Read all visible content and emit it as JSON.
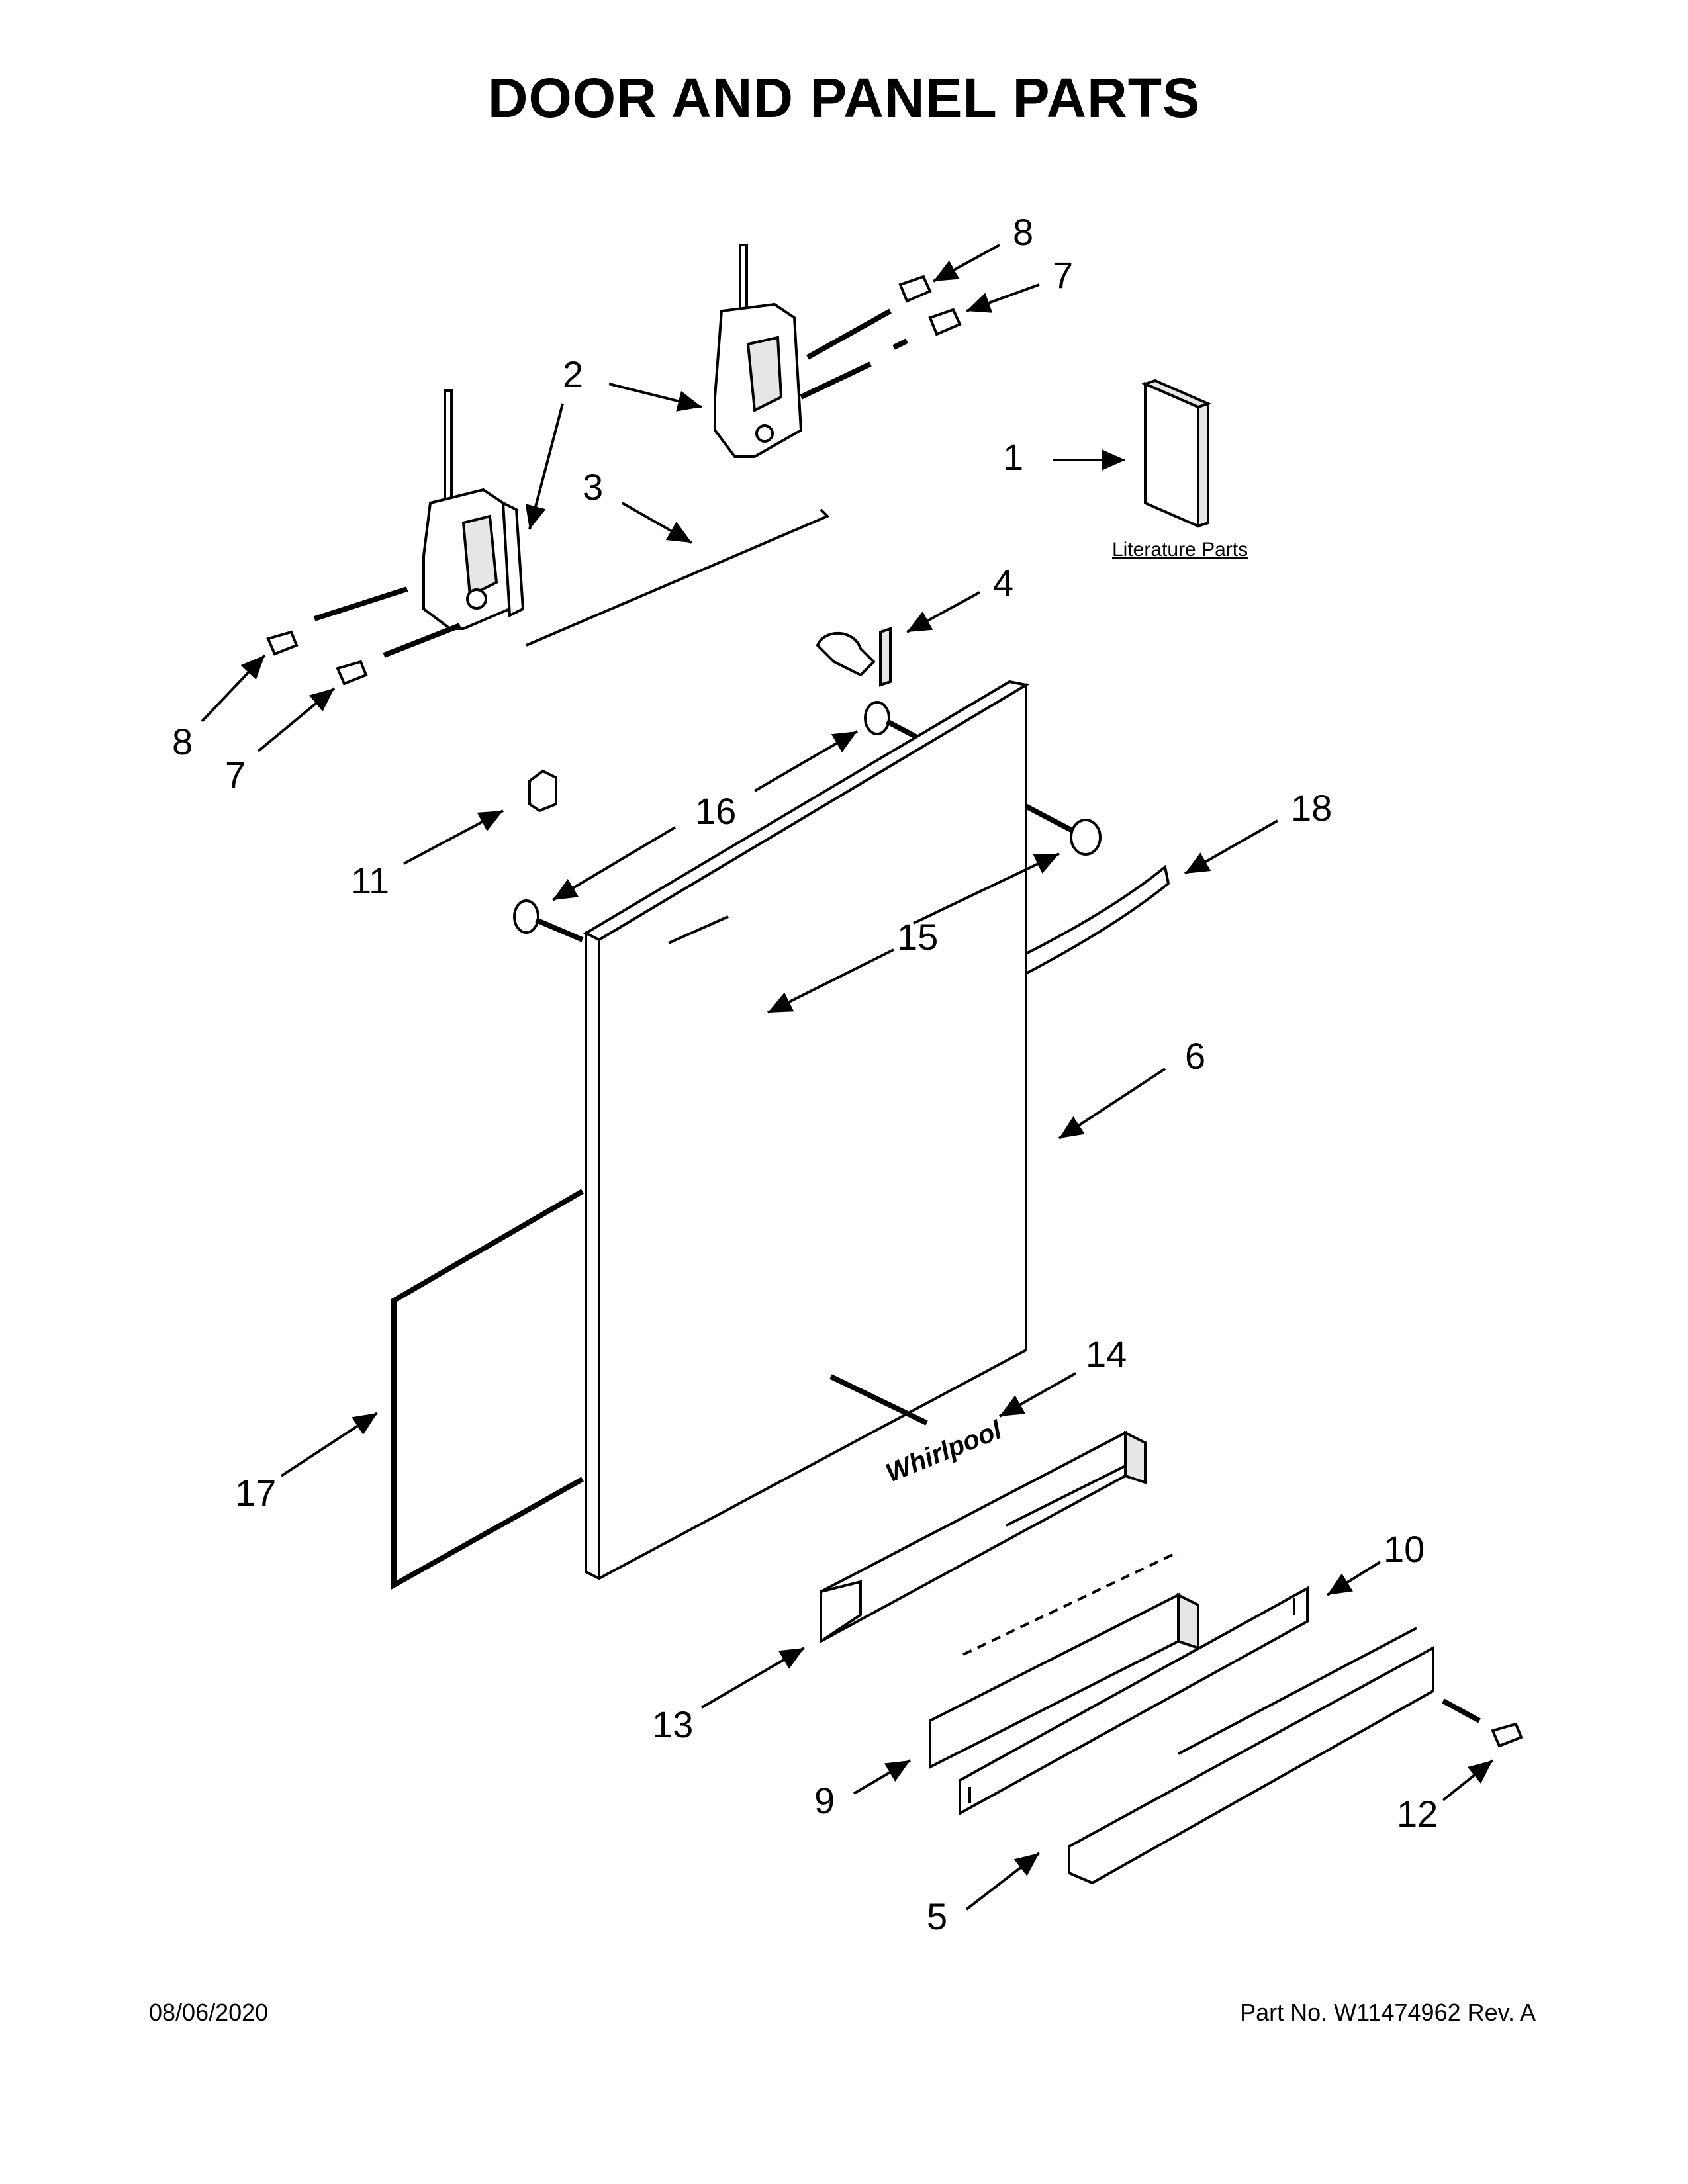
{
  "title": "DOOR AND PANEL PARTS",
  "literature_label": "Literature Parts",
  "brand_mark": "Whirlpool",
  "callouts": [
    "1",
    "2",
    "2",
    "3",
    "4",
    "5",
    "6",
    "7",
    "7",
    "8",
    "8",
    "9",
    "10",
    "11",
    "12",
    "13",
    "14",
    "15",
    "15",
    "16",
    "16",
    "17",
    "18"
  ],
  "footer": {
    "date": "08/06/2020",
    "part_number": "Part No.  W11474962  Rev.  A"
  }
}
